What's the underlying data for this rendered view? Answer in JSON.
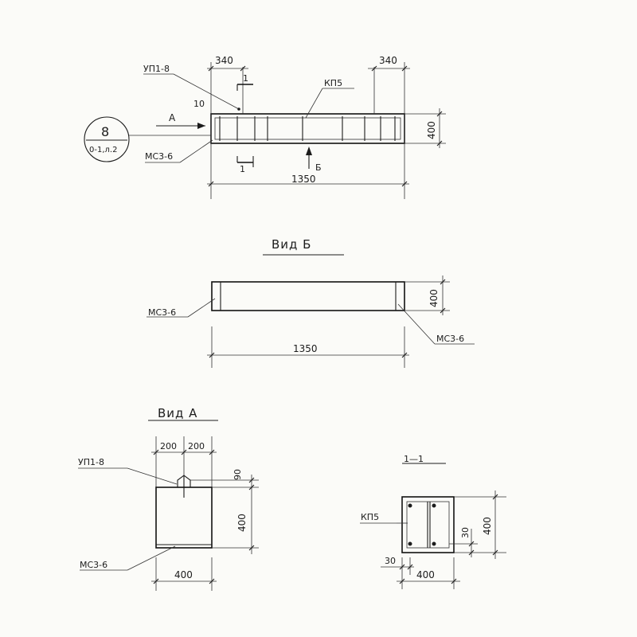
{
  "plan": {
    "label_upi": "УП1-8",
    "label_kp": "КП5",
    "label_mc": "МС3-6",
    "dim_left": "340",
    "dim_right": "340",
    "dim_length": "1350",
    "dim_height": "400",
    "dim_small": "10",
    "section_mark": "1",
    "arrow_a": "А",
    "arrow_b": "Б",
    "callout_number": "8",
    "callout_ref": "0-1,л.2"
  },
  "view_b": {
    "title": "Вид Б",
    "label_left": "МС3-6",
    "label_right": "МС3-6",
    "dim_length": "1350",
    "dim_height": "400"
  },
  "view_a": {
    "title": "Вид А",
    "label_upi": "УП1-8",
    "label_mc": "МС3-6",
    "dim_200_left": "200",
    "dim_200_right": "200",
    "dim_90": "90",
    "dim_height": "400",
    "dim_width": "400"
  },
  "section": {
    "title": "1—1",
    "label_kp": "КП5",
    "dim_30_a": "30",
    "dim_30_b": "30",
    "dim_height": "400",
    "dim_width": "400"
  }
}
